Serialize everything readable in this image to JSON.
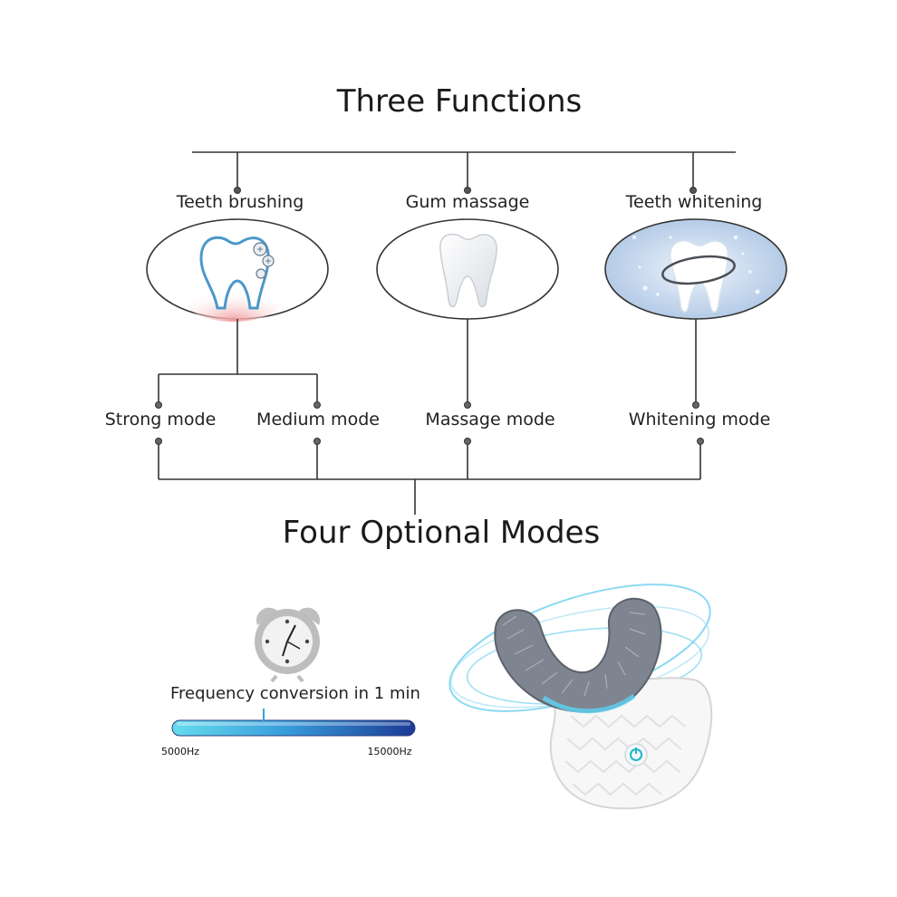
{
  "diagram": {
    "title_top": "Three Functions",
    "title_bottom": "Four Optional Modes",
    "functions": [
      {
        "label": "Teeth brushing",
        "icon": "tooth-gum-icon"
      },
      {
        "label": "Gum massage",
        "icon": "tooth-icon"
      },
      {
        "label": "Teeth whitening",
        "icon": "tooth-whitening-icon"
      }
    ],
    "modes": [
      {
        "label": "Strong mode"
      },
      {
        "label": "Medium mode"
      },
      {
        "label": "Massage mode"
      },
      {
        "label": "Whitening mode"
      }
    ]
  },
  "frequency": {
    "label": "Frequency conversion in 1 min",
    "min_label": "5000Hz",
    "max_label": "15000Hz",
    "icon": "alarm-clock-icon"
  },
  "colors": {
    "line": "#333333",
    "bar_start": "#5fd6ea",
    "bar_end": "#1f3f9a",
    "whitening_bg": "#c7d8ec",
    "glow": "#59c8ea"
  }
}
